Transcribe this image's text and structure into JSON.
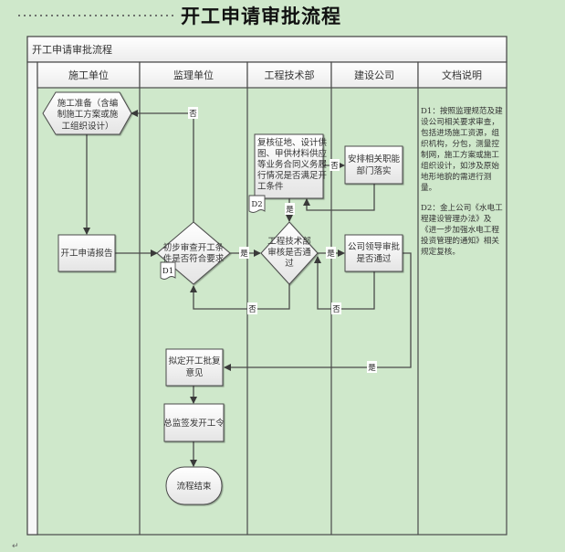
{
  "document": {
    "title": "开工申请审批流程",
    "paragraph_mark": "↵"
  },
  "diagram": {
    "title": "开工申请审批流程",
    "lanes": [
      {
        "id": "contractor",
        "label": "施工单位"
      },
      {
        "id": "supervisor",
        "label": "监理单位"
      },
      {
        "id": "engineering",
        "label": "工程技术部"
      },
      {
        "id": "owner",
        "label": "建设公司"
      },
      {
        "id": "docs",
        "label": "文档说明"
      }
    ],
    "nodes": {
      "prepare": {
        "shape": "hexagon",
        "lines": [
          "施工准备（含编",
          "制施工方案或施",
          "工组织设计）"
        ]
      },
      "report": {
        "shape": "rect",
        "lines": [
          "开工申请报告"
        ]
      },
      "prelim_check": {
        "shape": "diamond",
        "lines": [
          "初步审查开工条",
          "件是否符合要求"
        ]
      },
      "review_conditions": {
        "shape": "rect",
        "lines": [
          "复核征地、设计供",
          "图、甲供材料供应",
          "等业务合同义务履",
          "行情况是否满足开",
          "工条件"
        ]
      },
      "arrange_depts": {
        "shape": "rect",
        "lines": [
          "安排相关职能",
          "部门落实"
        ]
      },
      "eng_review": {
        "shape": "diamond",
        "lines": [
          "工程技术部",
          "审核是否通",
          "过"
        ]
      },
      "leader_approve": {
        "shape": "rect",
        "lines": [
          "公司领导审批",
          "是否通过"
        ]
      },
      "draft_opinion": {
        "shape": "rect",
        "lines": [
          "拟定开工批复",
          "意见"
        ]
      },
      "issue_order": {
        "shape": "rect",
        "lines": [
          "总监签发开工令"
        ]
      },
      "end": {
        "shape": "terminator",
        "lines": [
          "流程结束"
        ]
      }
    },
    "doc_tags": {
      "d1": "D1",
      "d2": "D2"
    },
    "edge_labels": {
      "no": "否",
      "yes": "是"
    },
    "edges": [
      {
        "from": "prepare",
        "to": "report",
        "label": ""
      },
      {
        "from": "report",
        "to": "prelim_check",
        "label": ""
      },
      {
        "from": "prelim_check",
        "to": "prepare",
        "label": "否"
      },
      {
        "from": "prelim_check",
        "to": "eng_review",
        "label": "是"
      },
      {
        "from": "review_conditions",
        "to": "arrange_depts",
        "label": "否"
      },
      {
        "from": "arrange_depts",
        "to": "review_conditions",
        "label": ""
      },
      {
        "from": "review_conditions",
        "to": "eng_review",
        "label": "是"
      },
      {
        "from": "eng_review",
        "to": "prelim_check",
        "label": "否"
      },
      {
        "from": "eng_review",
        "to": "leader_approve",
        "label": "是"
      },
      {
        "from": "leader_approve",
        "to": "eng_review",
        "label": "否"
      },
      {
        "from": "leader_approve",
        "to": "draft_opinion",
        "label": "是"
      },
      {
        "from": "draft_opinion",
        "to": "issue_order",
        "label": ""
      },
      {
        "from": "issue_order",
        "to": "end",
        "label": ""
      }
    ],
    "notes": {
      "d1": [
        "D1：按照监理规范及建",
        "设公司相关要求审查，",
        "包括进场施工资源，组",
        "织机构，分包，测量控",
        "制网，施工方案或施工",
        "组织设计，如涉及原始",
        "地形地貌的需进行测",
        "量。"
      ],
      "d2": [
        "D2：金上公司《水电工",
        "程建设管理办法》及",
        "《进一步加强水电工程",
        "投资管理的通知》相关",
        "规定复核。"
      ]
    },
    "colors": {
      "background": "#cfe8cb",
      "line": "#4a4a4a",
      "shape_fill_top": "#ffffff",
      "shape_fill_bottom": "#e6e6e6"
    }
  }
}
